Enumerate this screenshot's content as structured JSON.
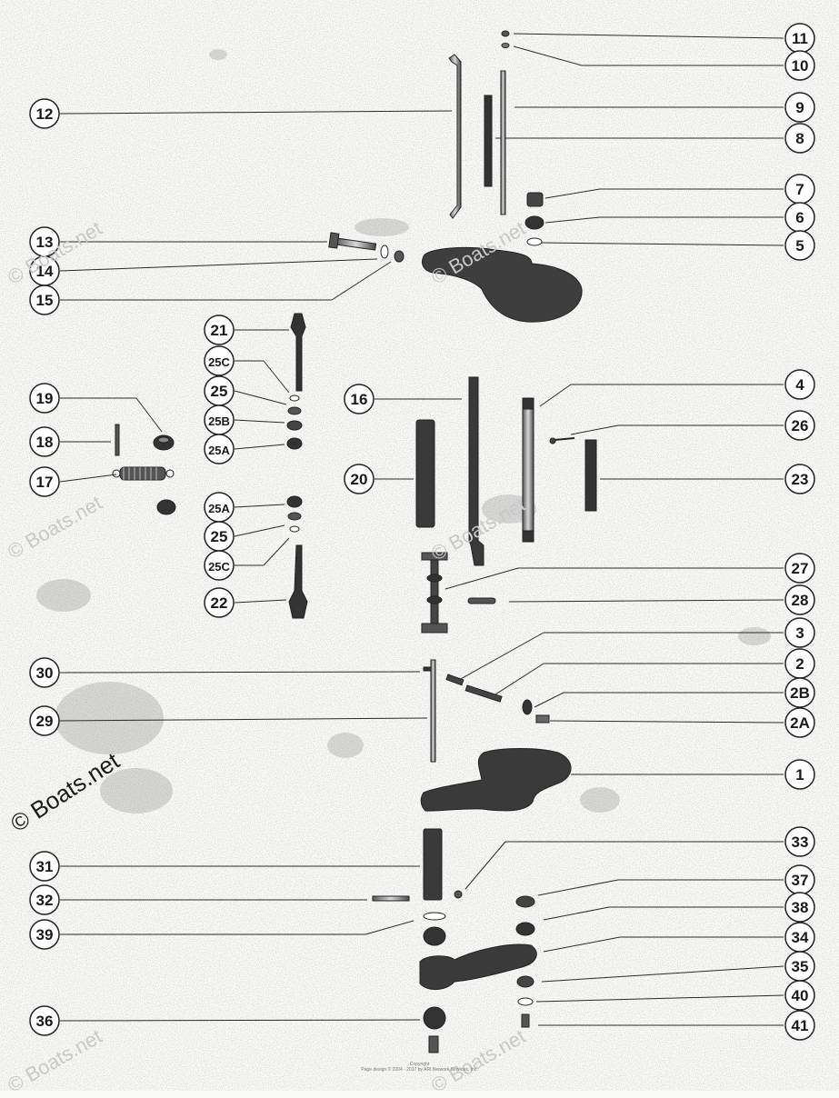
{
  "watermark": "© Boats.net",
  "watermark_faint": "© Boats.net",
  "footer_line1": "Copyright",
  "footer_line2": "Page design © 2004 - 2017 by ARI Network Services, Inc.",
  "callouts": [
    {
      "label": "11",
      "side": "right"
    },
    {
      "label": "10",
      "side": "right"
    },
    {
      "label": "12",
      "side": "left"
    },
    {
      "label": "9",
      "side": "right"
    },
    {
      "label": "8",
      "side": "right"
    },
    {
      "label": "7",
      "side": "right"
    },
    {
      "label": "6",
      "side": "right"
    },
    {
      "label": "5",
      "side": "right"
    },
    {
      "label": "13",
      "side": "left"
    },
    {
      "label": "14",
      "side": "left"
    },
    {
      "label": "15",
      "side": "left"
    },
    {
      "label": "21",
      "side": "mid"
    },
    {
      "label": "25C",
      "side": "mid"
    },
    {
      "label": "25",
      "side": "mid"
    },
    {
      "label": "25B",
      "side": "mid"
    },
    {
      "label": "25A",
      "side": "mid"
    },
    {
      "label": "19",
      "side": "left"
    },
    {
      "label": "18",
      "side": "left"
    },
    {
      "label": "17",
      "side": "left"
    },
    {
      "label": "16",
      "side": "mid"
    },
    {
      "label": "20",
      "side": "mid"
    },
    {
      "label": "4",
      "side": "right"
    },
    {
      "label": "26",
      "side": "right"
    },
    {
      "label": "23",
      "side": "right"
    },
    {
      "label": "25A",
      "side": "mid"
    },
    {
      "label": "25",
      "side": "mid"
    },
    {
      "label": "25C",
      "side": "mid"
    },
    {
      "label": "22",
      "side": "mid"
    },
    {
      "label": "27",
      "side": "right"
    },
    {
      "label": "28",
      "side": "right"
    },
    {
      "label": "3",
      "side": "right"
    },
    {
      "label": "2",
      "side": "right"
    },
    {
      "label": "2B",
      "side": "right"
    },
    {
      "label": "2A",
      "side": "right"
    },
    {
      "label": "30",
      "side": "left"
    },
    {
      "label": "29",
      "side": "left"
    },
    {
      "label": "1",
      "side": "right"
    },
    {
      "label": "33",
      "side": "right"
    },
    {
      "label": "31",
      "side": "left"
    },
    {
      "label": "32",
      "side": "left"
    },
    {
      "label": "37",
      "side": "right"
    },
    {
      "label": "38",
      "side": "right"
    },
    {
      "label": "39",
      "side": "left"
    },
    {
      "label": "34",
      "side": "right"
    },
    {
      "label": "35",
      "side": "right"
    },
    {
      "label": "36",
      "side": "left"
    },
    {
      "label": "40",
      "side": "right"
    },
    {
      "label": "41",
      "side": "right"
    }
  ],
  "colors": {
    "ink": "#1a1a1a",
    "part": "#3b3b3b",
    "speckle": "#b8b8b8",
    "paper": "#fbfbf9"
  }
}
